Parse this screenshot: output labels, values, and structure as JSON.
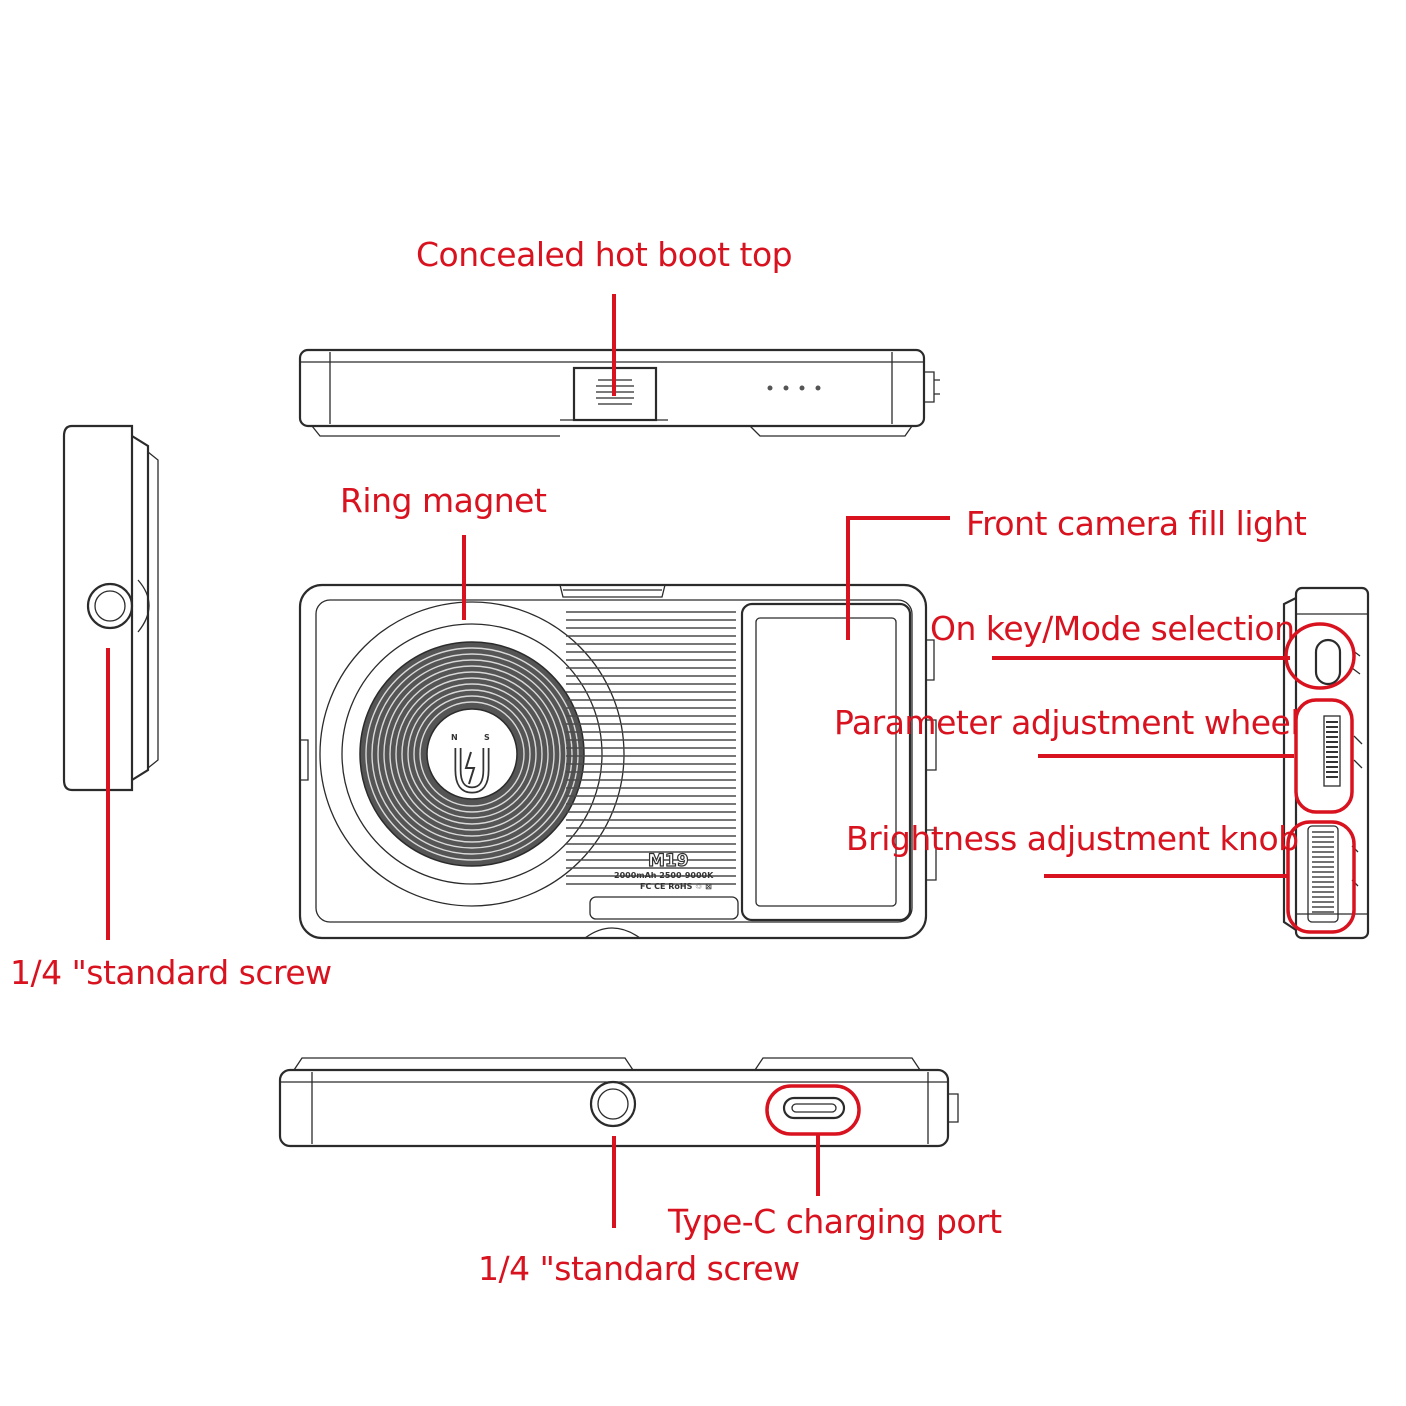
{
  "labels": {
    "hot_boot": "Concealed hot boot top",
    "ring_magnet": "Ring magnet",
    "fill_light": "Front camera fill light",
    "on_key": "On key/Mode selection",
    "param_wheel": "Parameter adjustment wheel",
    "brightness_knob": "Brightness adjustment knob",
    "screw_left": "1/4 \"standard screw",
    "type_c": "Type-C charging port",
    "screw_bottom": "1/4 \"standard screw"
  },
  "device": {
    "model": "M19",
    "spec_line_1": "2000mAh 2500-9000K",
    "spec_line_2": "FC CE RoHS ♲ ⊠",
    "magnet_n": "N",
    "magnet_s": "S"
  },
  "colors": {
    "callout": "#d8121e",
    "outline": "#2b2b2b",
    "background": "#ffffff"
  }
}
